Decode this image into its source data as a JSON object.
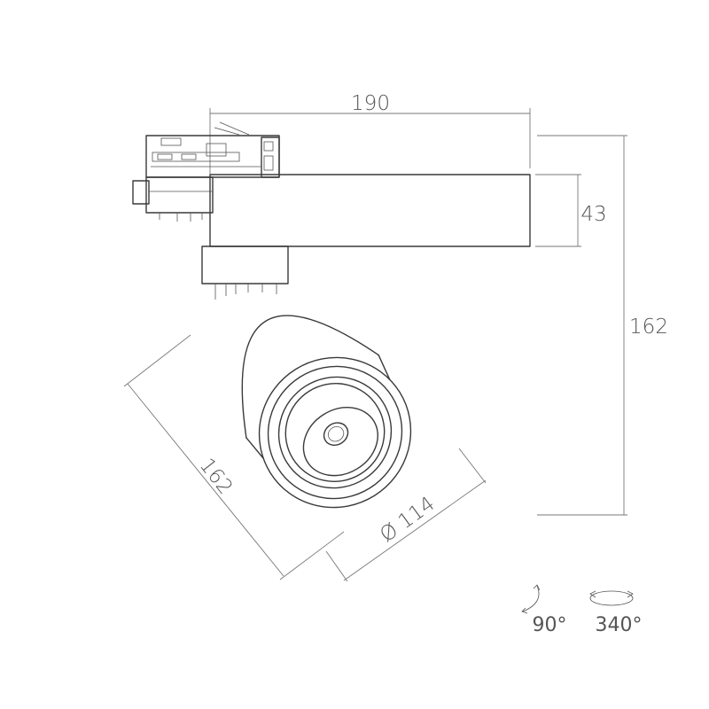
{
  "dimensions": {
    "width": "190",
    "height": "162",
    "adapter_height": "43",
    "length": "162",
    "diameter": "Ø 114"
  },
  "rotation": {
    "tilt": "90°",
    "pan": "340°"
  }
}
